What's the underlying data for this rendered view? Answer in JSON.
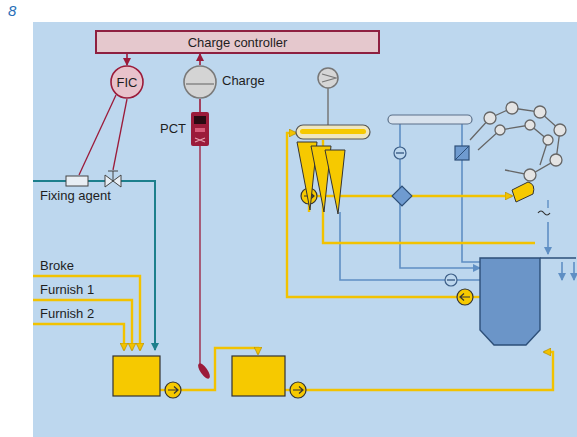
{
  "diagram": {
    "nodes": [
      {
        "text": [
          "Charge controller"
        ]
      },
      {
        "text": [
          "FIC"
        ]
      },
      {
        "text": [
          "Charge"
        ]
      },
      {
        "text": [
          "PCT"
        ]
      }
    ],
    "edges": [
      {
        "from": 0,
        "to": 1,
        "arrow": "to"
      },
      {
        "from": 2,
        "to": 0,
        "arrow": "to"
      },
      {
        "from": 3,
        "to": 2,
        "arrow": "none"
      }
    ],
    "labels": [
      "8",
      "Fixing agent",
      "Broke",
      "Furnish 1",
      "Furnish 2"
    ]
  }
}
